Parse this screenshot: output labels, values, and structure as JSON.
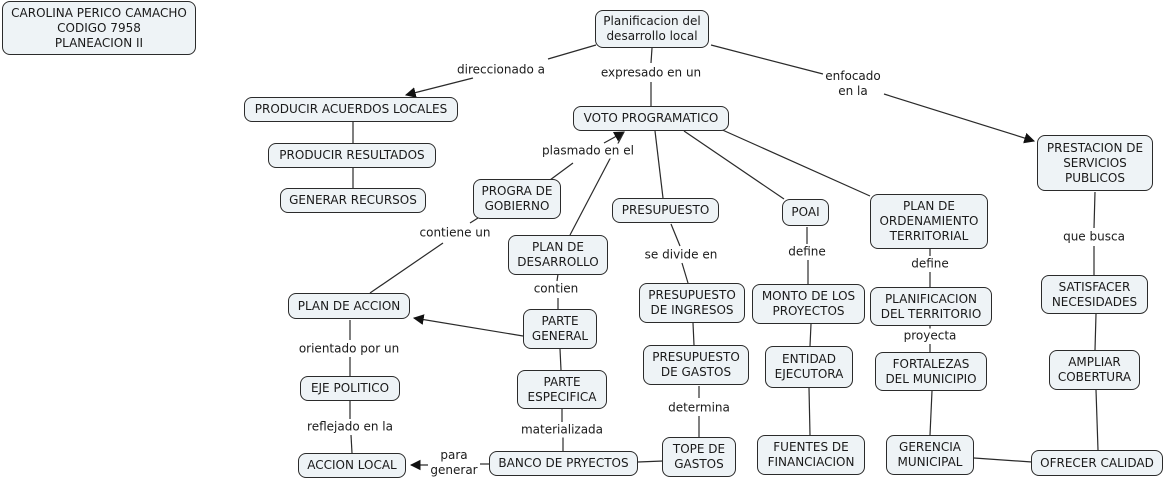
{
  "author_box": {
    "text": "CAROLINA PERICO CAMACHO\nCODIGO 7958\nPLANEACION II"
  },
  "node_style": {
    "fill": "#eef3f6",
    "border": "#2b2b2b",
    "line": "#2a2a2a"
  },
  "nodes": {
    "root": "Planificacion del\ndesarrollo local",
    "acuerdos": "PRODUCIR ACUERDOS LOCALES",
    "resultados": "PRODUCIR RESULTADOS",
    "recursos": "GENERAR RECURSOS",
    "voto": "VOTO PROGRAMATICO",
    "prestacion": "PRESTACION DE\nSERVICIOS\nPUBLICOS",
    "progra": "PROGRA DE\nGOBIERNO",
    "presupuesto": "PRESUPUESTO",
    "poai": "POAI",
    "pot": "PLAN DE\nORDENAMIENTO\nTERRITORIAL",
    "plan_desarrollo": "PLAN DE\nDESARROLLO",
    "plan_accion": "PLAN DE ACCION",
    "parte_general": "PARTE\nGENERAL",
    "pres_ingresos": "PRESUPUESTO\nDE INGRESOS",
    "monto": "MONTO DE LOS\nPROYECTOS",
    "planif_territorio": "PLANIFICACION\nDEL TERRITORIO",
    "satisfacer": "SATISFACER\nNECESIDADES",
    "eje": "EJE POLITICO",
    "parte_especifica": "PARTE\nESPECIFICA",
    "pres_gastos": "PRESUPUESTO\nDE GASTOS",
    "entidad": "ENTIDAD\nEJECUTORA",
    "fortalezas": "FORTALEZAS\nDEL MUNICIPIO",
    "ampliar": "AMPLIAR\nCOBERTURA",
    "accion_local": "ACCION LOCAL",
    "banco": "BANCO DE PRYECTOS",
    "tope": "TOPE DE\nGASTOS",
    "fuentes": "FUENTES DE\nFINANCIACION",
    "gerencia": "GERENCIA\nMUNICIPAL",
    "calidad": "OFRECER CALIDAD"
  },
  "link_labels": {
    "direccionado": "direccionado a",
    "expresado": "expresado en un",
    "enfocado": "enfocado\nen la",
    "plasmado": "plasmado en el",
    "contiene": "contiene un",
    "se_divide": "se divide en",
    "define_poai": "define",
    "define_pot": "define",
    "contien": "contien",
    "que_busca": "que busca",
    "proyecta": "proyecta",
    "orientado": "orientado por un",
    "determina": "determina",
    "reflejado": "reflejado en la",
    "materializada": "materializada",
    "para_generar": "para\ngenerar"
  }
}
